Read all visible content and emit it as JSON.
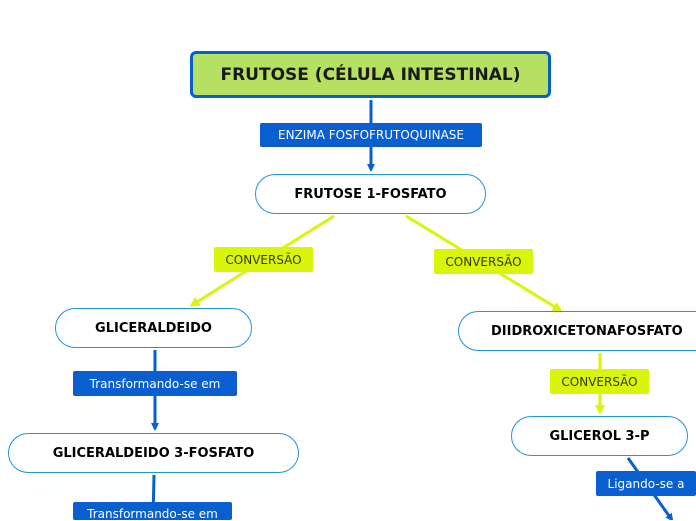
{
  "nodes": {
    "root": "FRUTOSE (CÉLULA INTESTINAL)",
    "frutose_1_fosfato": "FRUTOSE 1-FOSFATO",
    "gliceraldeido": "GLICERALDEIDO",
    "diidroxicetonafosfato": "DIIDROXICETONAFOSFATO",
    "gliceraldeido_3_fosfato": "GLICERALDEIDO 3-FOSFATO",
    "glicerol_3_p": "GLICEROL 3-P"
  },
  "connectors": {
    "enzima": "ENZIMA FOSFOFRUTOQUINASE",
    "conversao_left": "CONVERSÃO",
    "conversao_right": "CONVERSÃO",
    "transformando_1": "Transformando-se em",
    "conversao_lower": "CONVERSÃO",
    "ligando": "Ligando-se a",
    "transformando_2": "Transformando-se em"
  },
  "colors": {
    "blue": "#0a5fd0",
    "lime": "#d8f50a",
    "root_fill": "#b5e061",
    "topic_border": "#1e96d8"
  }
}
